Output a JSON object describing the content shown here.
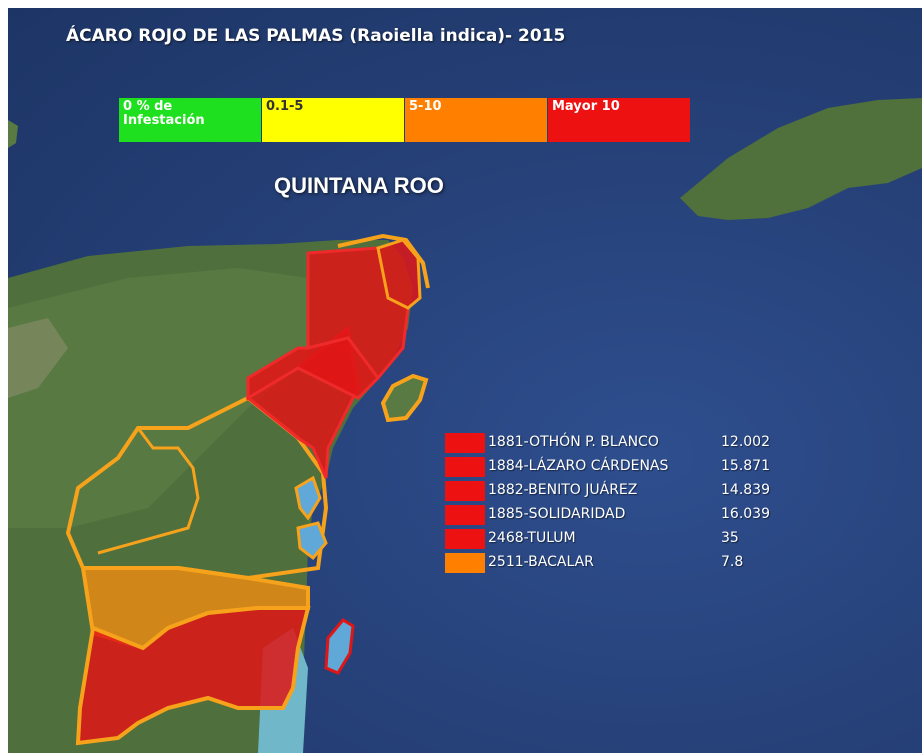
{
  "title": "ÁCARO ROJO DE LAS PALMAS (Raoiella indica)- 2015",
  "state_label": "QUINTANA ROO",
  "legend": [
    {
      "label": "0 % de\nInfestación",
      "color": "#1fe01f",
      "text_color": "#ffffff"
    },
    {
      "label": "0.1-5",
      "color": "#ffff00",
      "text_color": "#333333"
    },
    {
      "label": "5-10",
      "color": "#ff8000",
      "text_color": "#ffffff"
    },
    {
      "label": "Mayor 10",
      "color": "#ee1111",
      "text_color": "#ffffff"
    }
  ],
  "municipalities": [
    {
      "name": "1881-OTHÓN P. BLANCO",
      "value": "12.002",
      "color": "#ee1111"
    },
    {
      "name": "1884-LÁZARO CÁRDENAS",
      "value": "15.871",
      "color": "#ee1111"
    },
    {
      "name": "1882-BENITO JUÁREZ",
      "value": "14.839",
      "color": "#ee1111"
    },
    {
      "name": "1885-SOLIDARIDAD",
      "value": "16.039",
      "color": "#ee1111"
    },
    {
      "name": "2468-TULUM",
      "value": "35",
      "color": "#ee1111"
    },
    {
      "name": "2511-BACALAR",
      "value": "7.8",
      "color": "#ff8000"
    }
  ],
  "colors": {
    "ocean": "#27427a",
    "land": "#4a6a3a",
    "outline_orange": "#f7a21b",
    "fill_red": "#e01616",
    "fill_orange": "#f08c10"
  }
}
